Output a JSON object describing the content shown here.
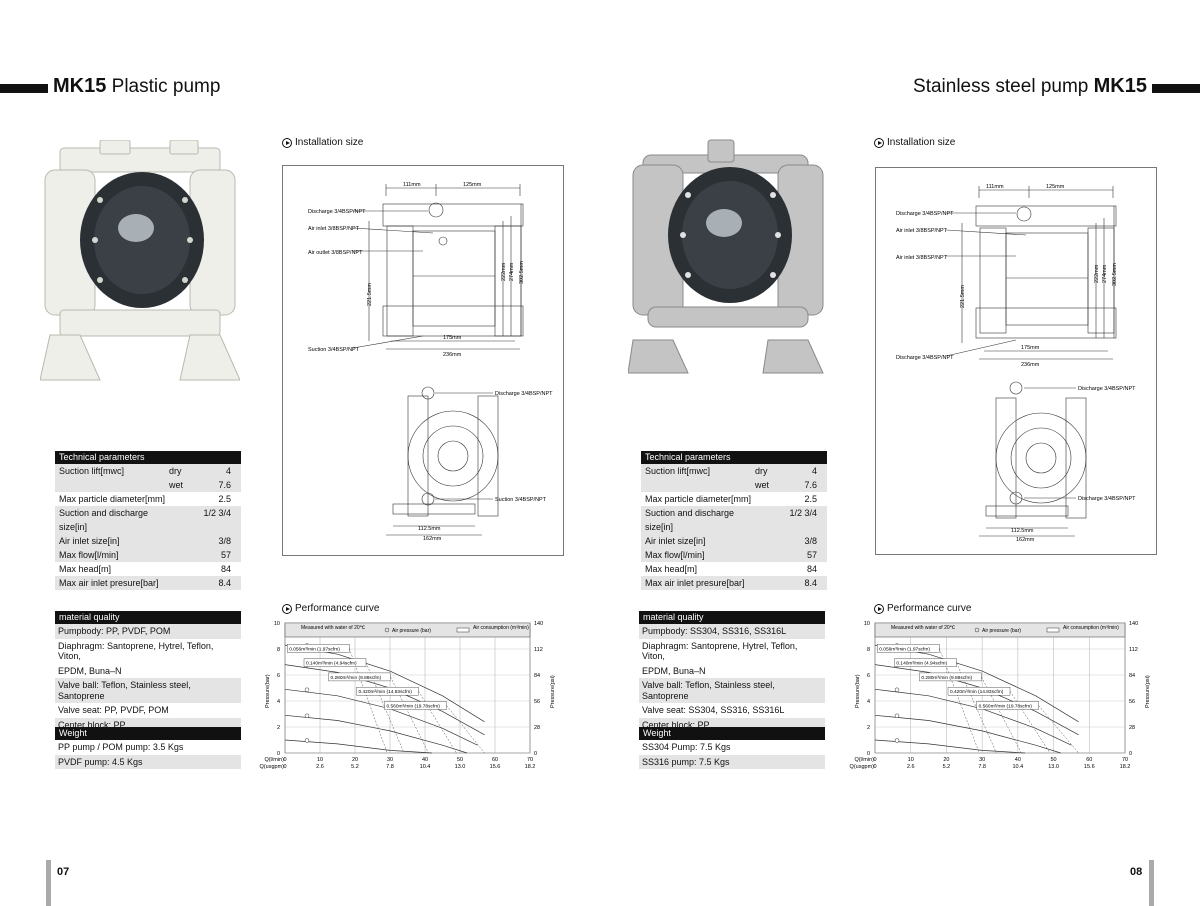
{
  "colors": {
    "ink": "#111111",
    "table_gray": "#e4e4e4",
    "pump_white": "#efefea",
    "pump_steel": "#b8b8b8",
    "pump_dark": "#2b3035"
  },
  "left": {
    "model": "MK15",
    "title_rest": "Plastic pump",
    "installation_label": "Installation size",
    "performance_label": "Performance curve",
    "drawing": {
      "dim_111": "111mm",
      "dim_125": "125mm",
      "discharge": "Discharge",
      "discharge_frac": "3/4",
      "bsp": "BSP/NPT",
      "air_inlet": "Air inlet",
      "air_inlet_frac": "3/8",
      "air_outlet": "Air outlet",
      "air_outlet_frac": "3/8",
      "suction": "Suction",
      "suction_frac": "3/4",
      "dim_2215": "221.5mm",
      "dim_222": "222mm",
      "dim_274": "274mm",
      "dim_3025": "302.5mm",
      "dim_175": "175mm",
      "dim_236": "236mm",
      "top_discharge": "Discharge",
      "top_discharge_frac": "3/4",
      "top_suction": "Suction",
      "top_suction_frac": "3/4",
      "dim_1125": "112.5mm",
      "dim_162": "162mm"
    },
    "tech": {
      "header": "Technical parameters",
      "rows": [
        {
          "label": "Suction lift[mwc]",
          "sub": "dry",
          "value": "4"
        },
        {
          "label": "",
          "sub": "wet",
          "value": "7.6"
        },
        {
          "label": "Max particle diameter[mm]",
          "sub": "",
          "value": "2.5"
        },
        {
          "label": "Suction and discharge",
          "sub": "",
          "value": "1/2  3/4"
        },
        {
          "label": "size[in]",
          "sub": "",
          "value": ""
        },
        {
          "label": "Air inlet size[in]",
          "sub": "",
          "value": "3/8"
        },
        {
          "label": "Max flow[l/min]",
          "sub": "",
          "value": "57"
        },
        {
          "label": "Max head[m]",
          "sub": "",
          "value": "84"
        },
        {
          "label": "Max air inlet presure[bar]",
          "sub": "",
          "value": "8.4"
        }
      ]
    },
    "material": {
      "header": "material quality",
      "rows": [
        "Pumpbody: PP, PVDF, POM",
        "Diaphragm: Santoprene, Hytrel, Teflon, Viton,",
        "EPDM, Buna–N",
        "Valve ball: Teflon, Stainless steel, Santoprene",
        "Valve seat: PP, PVDF, POM",
        "Center block: PP"
      ]
    },
    "weight": {
      "header": "Weight",
      "rows": [
        "PP pump / POM pump: 3.5 Kgs",
        "PVDF pump: 4.5 Kgs"
      ]
    },
    "page": "07"
  },
  "right": {
    "model": "MK15",
    "title_rest": "Stainless steel pump",
    "installation_label": "Installation size",
    "performance_label": "Performance curve",
    "drawing": {
      "dim_111": "111mm",
      "dim_125": "125mm",
      "discharge": "Discharge",
      "discharge_frac": "3/4",
      "bsp": "BSP/NPT",
      "air_inlet": "Air inlet",
      "air_inlet_frac": "3/8",
      "air_outlet": "Air inlet",
      "air_outlet_frac": "3/8",
      "suction": "Discharge",
      "suction_frac": "3/4",
      "dim_2215": "221.5mm",
      "dim_222": "222mm",
      "dim_274": "274mm",
      "dim_3025": "302.5mm",
      "dim_175": "175mm",
      "dim_236": "236mm",
      "top_discharge": "Discharge",
      "top_discharge_frac": "3/4",
      "top_suction": "Discharge",
      "top_suction_frac": "3/4",
      "dim_1125": "112.5mm",
      "dim_162": "162mm"
    },
    "tech": {
      "header": "Technical parameters",
      "rows": [
        {
          "label": "Suction lift[mwc]",
          "sub": "dry",
          "value": "4"
        },
        {
          "label": "",
          "sub": "wet",
          "value": "7.6"
        },
        {
          "label": "Max particle diameter[mm]",
          "sub": "",
          "value": "2.5"
        },
        {
          "label": "Suction and discharge",
          "sub": "",
          "value": "1/2  3/4"
        },
        {
          "label": "size[in]",
          "sub": "",
          "value": ""
        },
        {
          "label": "Air inlet size[in]",
          "sub": "",
          "value": "3/8"
        },
        {
          "label": "Max flow[l/min]",
          "sub": "",
          "value": "57"
        },
        {
          "label": "Max head[m]",
          "sub": "",
          "value": "84"
        },
        {
          "label": "Max air inlet presure[bar]",
          "sub": "",
          "value": "8.4"
        }
      ]
    },
    "material": {
      "header": "material quality",
      "rows": [
        "Pumpbody: SS304, SS316, SS316L",
        "Diaphragm: Santoprene, Hytrel, Teflon, Viton,",
        "EPDM, Buna–N",
        "Valve ball: Teflon, Stainless steel, Santoprene",
        "Valve seat: SS304, SS316, SS316L",
        "Center block: PP"
      ]
    },
    "weight": {
      "header": "Weight",
      "rows": [
        "SS304 Pump: 7.5 Kgs",
        "SS316 pump: 7.5 Kgs"
      ]
    },
    "page": "08"
  },
  "chart_data": [
    {
      "type": "line",
      "title": "",
      "legend": [
        "Measured with water of 20℃",
        "Air pressure (bar)",
        "Air consumption (m³/min)"
      ],
      "xlabel_lmin": "Q(l/min)",
      "xlabel_usgpm": "Q(usgpm)",
      "x_ticks_lmin": [
        0,
        10,
        20,
        30,
        40,
        50,
        60,
        70
      ],
      "x_ticks_usgpm": [
        "0",
        "2.6",
        "5.2",
        "7.8",
        "10.4",
        "13.0",
        "15.6",
        "18.2"
      ],
      "ylabel_left": "Pressure(bar)",
      "ylabel_right": "Pressure(psi)",
      "y_ticks_bar": [
        0,
        2,
        4,
        6,
        8,
        10
      ],
      "y_ticks_psi": [
        0,
        28,
        56,
        84,
        112,
        140
      ],
      "xlim": [
        0,
        70
      ],
      "ylim": [
        0,
        10
      ],
      "annotations": [
        "0.056m³/min (1.97scfm)",
        "0.140m³/min (4.94scfm)",
        "0.280m³/min (9.88scfm)",
        "0.420m³/min (14.83scfm)",
        "0.560m³/min (19.78scfm)"
      ],
      "series": [
        {
          "name": "",
          "x": [
            0,
            15,
            30,
            45,
            57
          ],
          "y": [
            8.3,
            7.6,
            6.3,
            4.4,
            2.4
          ]
        },
        {
          "name": "",
          "x": [
            0,
            15,
            30,
            45,
            57
          ],
          "y": [
            6.8,
            6.2,
            5.0,
            3.2,
            1.4
          ]
        },
        {
          "name": "",
          "x": [
            0,
            15,
            30,
            45,
            55
          ],
          "y": [
            4.9,
            4.4,
            3.4,
            1.9,
            0.6
          ]
        },
        {
          "name": "",
          "x": [
            0,
            15,
            30,
            45,
            52
          ],
          "y": [
            2.9,
            2.5,
            1.7,
            0.6,
            0.0
          ]
        },
        {
          "name": "",
          "x": [
            0,
            15,
            30,
            42
          ],
          "y": [
            1.0,
            0.7,
            0.2,
            0.0
          ]
        }
      ]
    },
    {
      "type": "line",
      "title": "",
      "legend": [
        "Measured with water of 20℃",
        "Air pressure (bar)",
        "Air consumption (m³/min)"
      ],
      "xlabel_lmin": "Q(l/min)",
      "xlabel_usgpm": "Q(usgpm)",
      "x_ticks_lmin": [
        0,
        10,
        20,
        30,
        40,
        50,
        60,
        70
      ],
      "x_ticks_usgpm": [
        "0",
        "2.6",
        "5.2",
        "7.8",
        "10.4",
        "13.0",
        "15.6",
        "18.2"
      ],
      "ylabel_left": "Pressure(bar)",
      "ylabel_right": "Pressure(psi)",
      "y_ticks_bar": [
        0,
        2,
        4,
        6,
        8,
        10
      ],
      "y_ticks_psi": [
        0,
        28,
        56,
        84,
        112,
        140
      ],
      "xlim": [
        0,
        70
      ],
      "ylim": [
        0,
        10
      ],
      "annotations": [
        "0.056m³/min (1.97scfm)",
        "0.140m³/min (4.94scfm)",
        "0.280m³/min (9.88scfm)",
        "0.420m³/min (14.83scfm)",
        "0.560m³/min (19.78scfm)"
      ],
      "series": [
        {
          "name": "",
          "x": [
            0,
            15,
            30,
            45,
            57
          ],
          "y": [
            8.3,
            7.6,
            6.3,
            4.4,
            2.4
          ]
        },
        {
          "name": "",
          "x": [
            0,
            15,
            30,
            45,
            57
          ],
          "y": [
            6.8,
            6.2,
            5.0,
            3.2,
            1.4
          ]
        },
        {
          "name": "",
          "x": [
            0,
            15,
            30,
            45,
            55
          ],
          "y": [
            4.9,
            4.4,
            3.4,
            1.9,
            0.6
          ]
        },
        {
          "name": "",
          "x": [
            0,
            15,
            30,
            45,
            52
          ],
          "y": [
            2.9,
            2.5,
            1.7,
            0.6,
            0.0
          ]
        },
        {
          "name": "",
          "x": [
            0,
            15,
            30,
            42
          ],
          "y": [
            1.0,
            0.7,
            0.2,
            0.0
          ]
        }
      ]
    }
  ]
}
